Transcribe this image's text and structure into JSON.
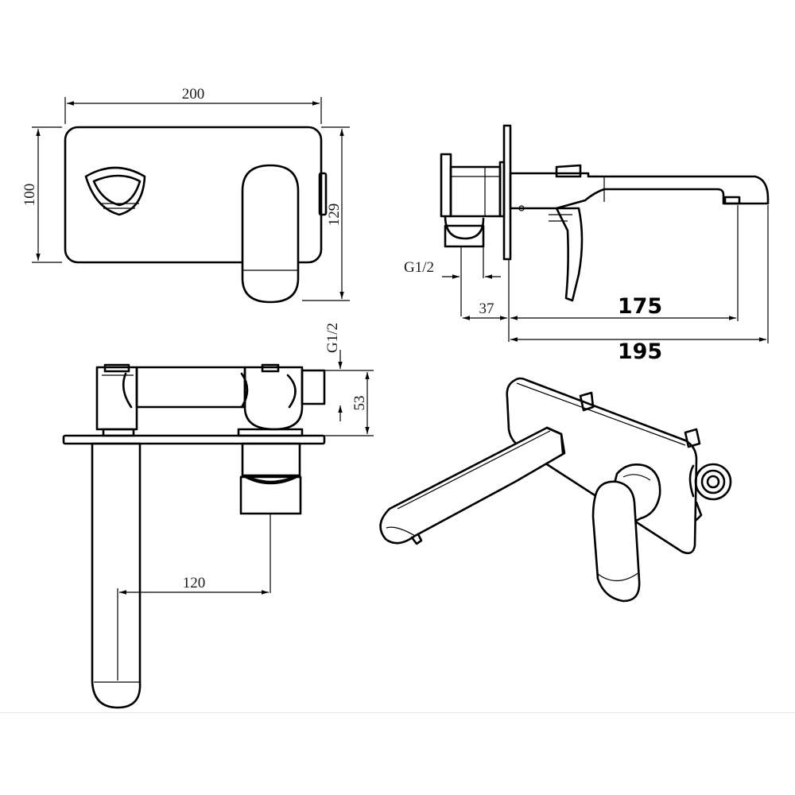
{
  "labels": {
    "width_200": "200",
    "height_100": "100",
    "height_129": "129",
    "thread_side": "G1/2",
    "depth_37": "37",
    "spout_175": "175",
    "spout_195": "195",
    "thread_top": "G1/2",
    "body_53": "53",
    "center_120": "120"
  },
  "colors": {
    "line": "#000000",
    "background": "#ffffff"
  }
}
